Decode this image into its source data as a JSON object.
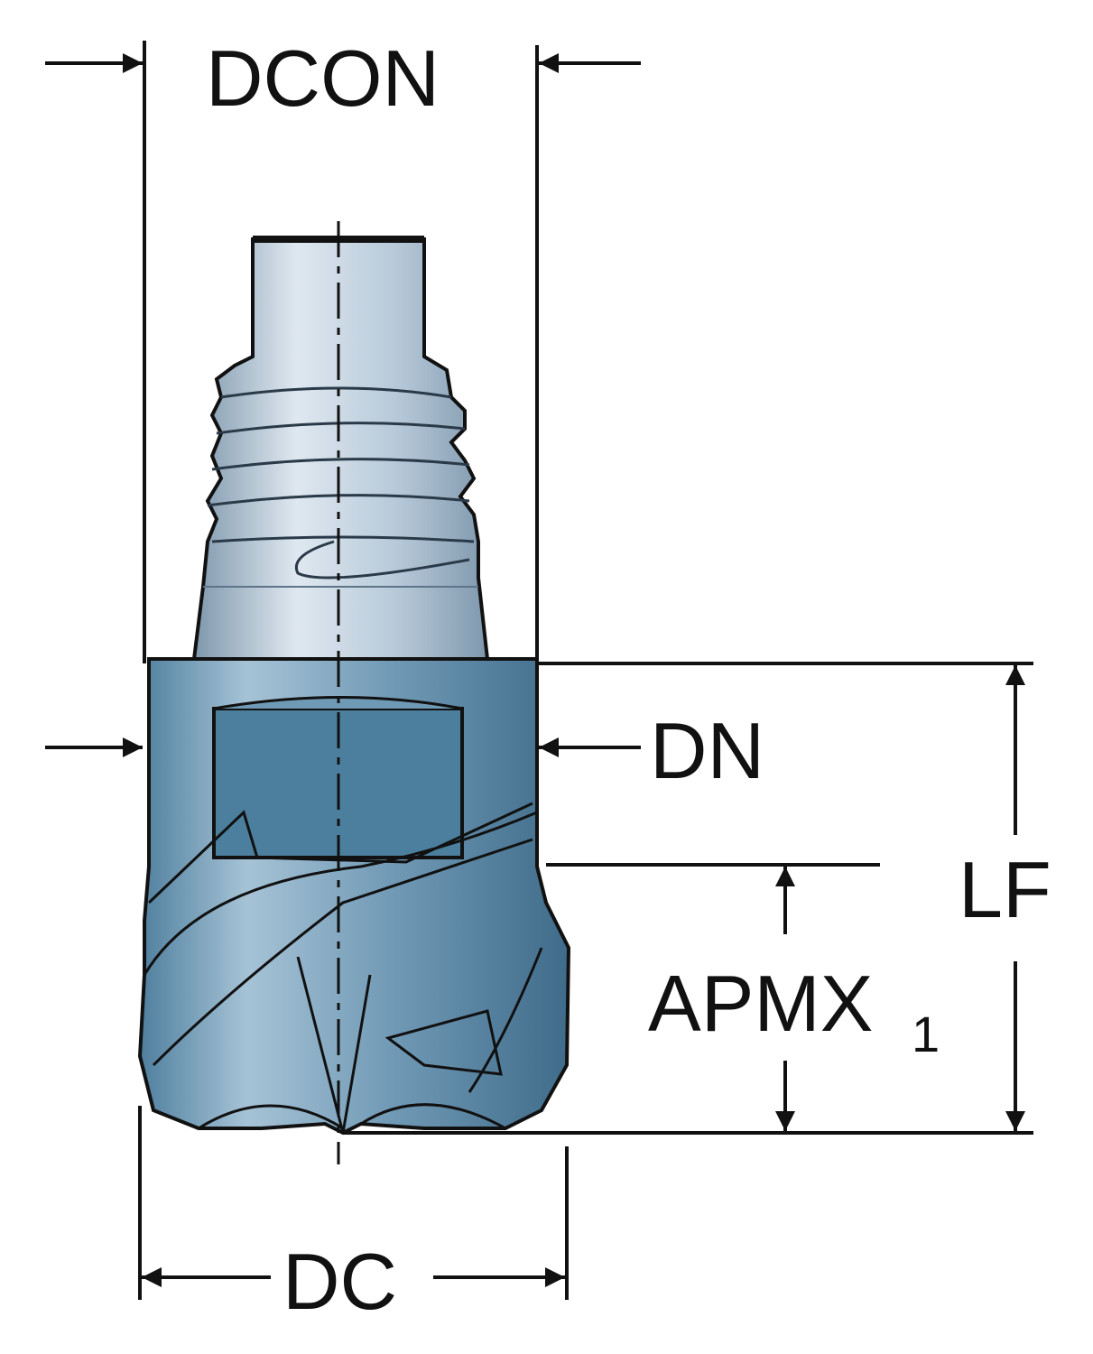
{
  "labels": {
    "dcon": "DCON",
    "dn": "DN",
    "lf": "LF",
    "apmx": "APMX",
    "apmx_sub": "1",
    "dc": "DC"
  },
  "colors": {
    "line": "#111111",
    "steel_light": "#c9d6e2",
    "steel_mid": "#8fa9bf",
    "body_light": "#8fb4cc",
    "body_dark": "#3f6f8e",
    "flat": "#4b7f9d"
  }
}
